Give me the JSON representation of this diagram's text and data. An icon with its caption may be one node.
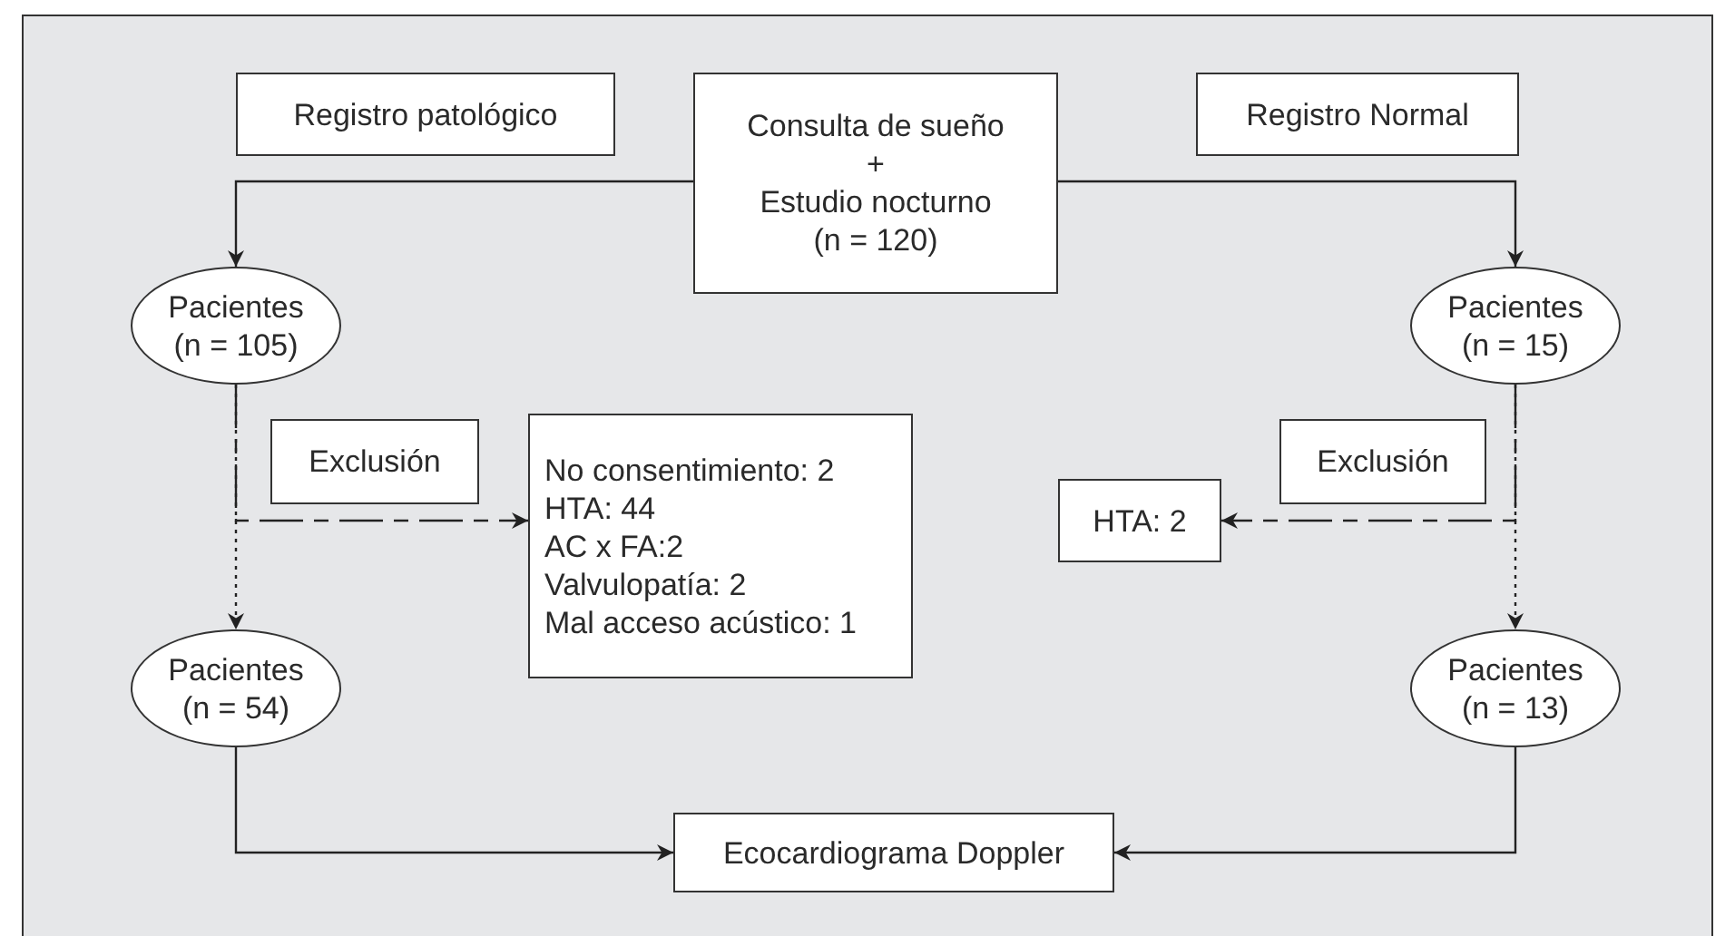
{
  "diagram": {
    "nodes": [
      {
        "text": [
          "Registro patológico"
        ]
      },
      {
        "text": [
          "Consulta de sueño",
          "+",
          "Estudio nocturno (n = 120)"
        ]
      },
      {
        "text": [
          "Registro Normal"
        ]
      },
      {
        "text": [
          "Pacientes (n = 105)"
        ]
      },
      {
        "text": [
          "Pacientes (n = 15)"
        ]
      },
      {
        "text": [
          "Exclusión"
        ]
      },
      {
        "text": [
          "No consentimiento: 2",
          "HTA: 44",
          "AC x FA:2",
          "Valvulopatía: 2",
          "Mal acceso acústico: 1"
        ]
      },
      {
        "text": [
          "Exclusión"
        ]
      },
      {
        "text": [
          "HTA: 2"
        ]
      },
      {
        "text": [
          "Pacientes (n = 54)"
        ]
      },
      {
        "text": [
          "Pacientes (n = 13)"
        ]
      },
      {
        "text": [
          "Ecocardiograma Doppler"
        ]
      }
    ],
    "edges": [
      {
        "from": 1,
        "to": 3,
        "arrow": "to"
      },
      {
        "from": 1,
        "to": 4,
        "arrow": "to"
      },
      {
        "from": 3,
        "to": 9,
        "arrow": "to",
        "style": "dashed"
      },
      {
        "from": 3,
        "to": 6,
        "arrow": "to",
        "style": "dashed"
      },
      {
        "from": 4,
        "to": 10,
        "arrow": "to",
        "style": "dashed"
      },
      {
        "from": 4,
        "to": 8,
        "arrow": "to",
        "style": "dashed"
      },
      {
        "from": 9,
        "to": 11,
        "arrow": "to"
      },
      {
        "from": 10,
        "to": 11,
        "arrow": "to"
      }
    ]
  }
}
